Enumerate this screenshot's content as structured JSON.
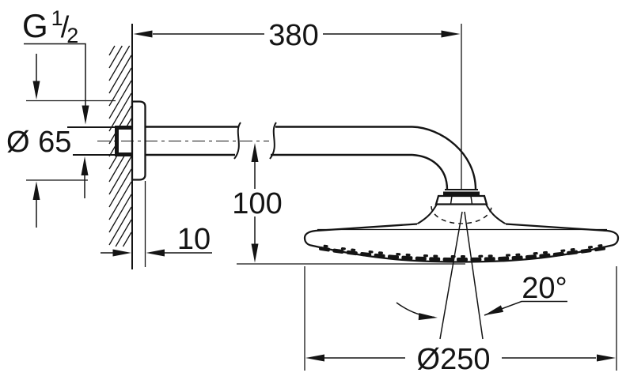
{
  "labels": {
    "arm_length": "380",
    "flange_diameter": "Ø 65",
    "drop_height": "100",
    "wall_clearance": "10",
    "head_diameter": "Ø250",
    "spray_angle": "20°",
    "thread_g": "G",
    "thread_num": "1",
    "thread_slash": "/",
    "thread_den": "2"
  },
  "colors": {
    "ink": "#141414",
    "background": "#ffffff"
  }
}
